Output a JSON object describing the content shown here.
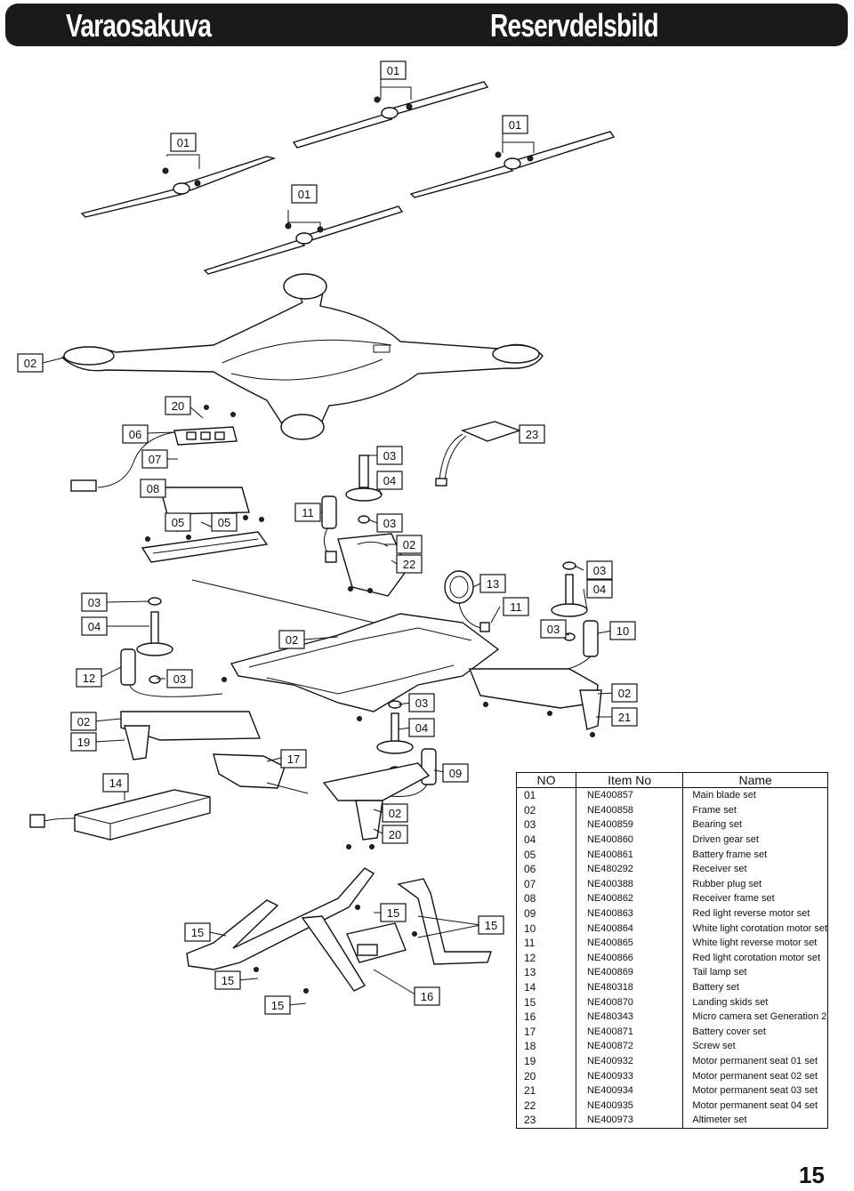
{
  "header": {
    "title_left": "Varaosakuva",
    "title_right": "Reservdelsbild"
  },
  "callouts": {
    "c01": "01",
    "c02": "02",
    "c03": "03",
    "c04": "04",
    "c05": "05",
    "c06": "06",
    "c07": "07",
    "c08": "08",
    "c09": "09",
    "c10": "10",
    "c11": "11",
    "c12": "12",
    "c13": "13",
    "c14": "14",
    "c15": "15",
    "c16": "16",
    "c17": "17",
    "c19": "19",
    "c20": "20",
    "c21": "21",
    "c22": "22",
    "c23": "23"
  },
  "table": {
    "headers": {
      "no": "NO",
      "item": "Item No",
      "name": "Name"
    },
    "rows": [
      {
        "no": "01",
        "item": "NE400857",
        "name": "Main blade set"
      },
      {
        "no": "02",
        "item": "NE400858",
        "name": "Frame set"
      },
      {
        "no": "03",
        "item": "NE400859",
        "name": "Bearing set"
      },
      {
        "no": "04",
        "item": "NE400860",
        "name": "Driven gear set"
      },
      {
        "no": "05",
        "item": "NE400861",
        "name": "Battery frame set"
      },
      {
        "no": "06",
        "item": "NE480292",
        "name": "Receiver set"
      },
      {
        "no": "07",
        "item": "NE400388",
        "name": "Rubber plug set"
      },
      {
        "no": "08",
        "item": "NE400862",
        "name": "Receiver frame set"
      },
      {
        "no": "09",
        "item": "NE400863",
        "name": "Red light reverse motor set"
      },
      {
        "no": "10",
        "item": "NE400864",
        "name": "White light corotation motor set"
      },
      {
        "no": "11",
        "item": "NE400865",
        "name": "White light reverse motor set"
      },
      {
        "no": "12",
        "item": "NE400866",
        "name": "Red light corotation motor set"
      },
      {
        "no": "13",
        "item": "NE400869",
        "name": "Tail lamp set"
      },
      {
        "no": "14",
        "item": "NE480318",
        "name": "Battery set"
      },
      {
        "no": "15",
        "item": "NE400870",
        "name": "Landing skids set"
      },
      {
        "no": "16",
        "item": "NE480343",
        "name": "Micro camera set Generation 2"
      },
      {
        "no": "17",
        "item": "NE400871",
        "name": "Battery cover set"
      },
      {
        "no": "18",
        "item": "NE400872",
        "name": "Screw set"
      },
      {
        "no": "19",
        "item": "NE400932",
        "name": "Motor permanent seat 01 set"
      },
      {
        "no": "20",
        "item": "NE400933",
        "name": "Motor permanent seat 02 set"
      },
      {
        "no": "21",
        "item": "NE400934",
        "name": "Motor permanent seat 03 set"
      },
      {
        "no": "22",
        "item": "NE400935",
        "name": "Motor permanent seat 04 set"
      },
      {
        "no": "23",
        "item": "NE400973",
        "name": "Altimeter set"
      }
    ]
  },
  "page_number": "15"
}
